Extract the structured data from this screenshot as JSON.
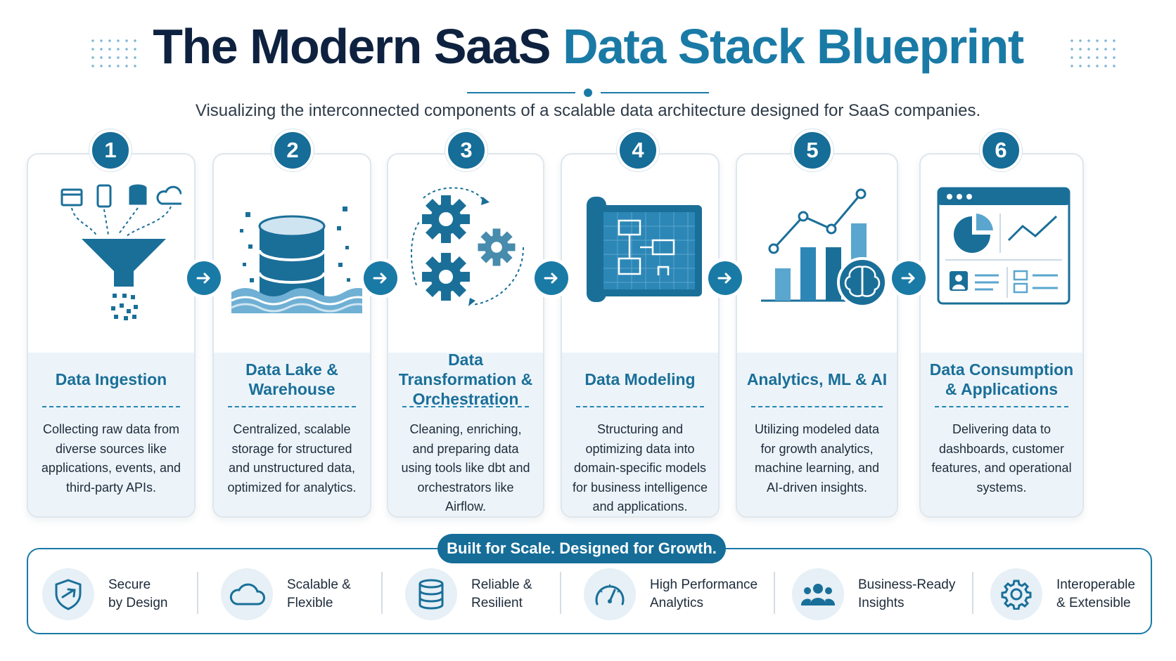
{
  "header": {
    "title_dark": "The Modern SaaS",
    "title_accent": "Data Stack Blueprint",
    "subtitle": "Visualizing the interconnected components of a scalable data architecture designed for SaaS companies."
  },
  "stages": [
    {
      "number": "1",
      "title": "Data Ingestion",
      "description": "Collecting raw data from diverse sources like applications, events, and third-party APIs."
    },
    {
      "number": "2",
      "title": "Data Lake & Warehouse",
      "description": "Centralized, scalable storage for structured and unstructured data, optimized for analytics."
    },
    {
      "number": "3",
      "title": "Data Transformation & Orchestration",
      "description": "Cleaning, enriching, and preparing data using tools like dbt and orchestrators like Airflow."
    },
    {
      "number": "4",
      "title": "Data Modeling",
      "description": "Structuring and optimizing data into domain-specific models for business intelligence and applications."
    },
    {
      "number": "5",
      "title": "Analytics, ML & AI",
      "description": "Utilizing modeled data for growth analytics, machine learning, and AI-driven insights."
    },
    {
      "number": "6",
      "title": "Data Consumption & Applications",
      "description": "Delivering data to dashboards, customer features, and operational systems."
    }
  ],
  "banner": {
    "title": "Built for Scale. Designed for Growth.",
    "features": [
      {
        "line1": "Secure",
        "line2": "by Design",
        "icon": "shield-icon"
      },
      {
        "line1": "Scalable &",
        "line2": "Flexible",
        "icon": "cloud-icon"
      },
      {
        "line1": "Reliable &",
        "line2": "Resilient",
        "icon": "database-icon"
      },
      {
        "line1": "High Performance",
        "line2": "Analytics",
        "icon": "speedometer-icon"
      },
      {
        "line1": "Business-Ready",
        "line2": "Insights",
        "icon": "people-icon"
      },
      {
        "line1": "Interoperable",
        "line2": "& Extensible",
        "icon": "gear-icon"
      }
    ]
  },
  "colors": {
    "primary": "#156d98",
    "accent": "#1a7aa6",
    "title_dark": "#0e2240",
    "panel": "#edf4f9"
  }
}
